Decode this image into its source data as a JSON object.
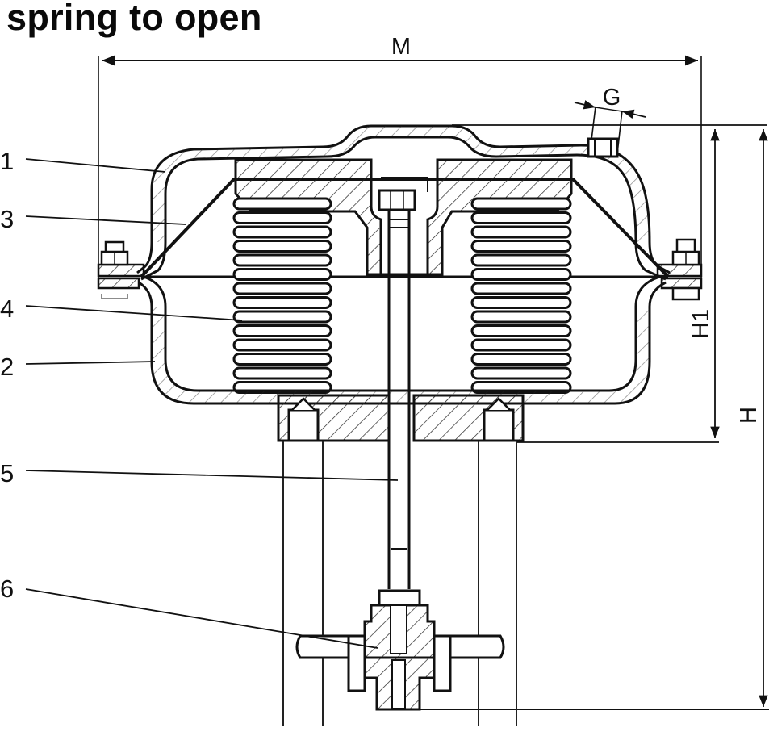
{
  "title": "spring to open",
  "dimensions": {
    "overall_width": "M",
    "connection": "G",
    "height_to_yoke": "H1",
    "overall_height": "H"
  },
  "part_labels": [
    {
      "number": "1",
      "part": "upper-diaphragm-housing"
    },
    {
      "number": "3",
      "part": "diaphragm"
    },
    {
      "number": "4",
      "part": "spring"
    },
    {
      "number": "2",
      "part": "lower-diaphragm-housing"
    },
    {
      "number": "5",
      "part": "actuator-stem"
    },
    {
      "number": "6",
      "part": "stem-coupling"
    }
  ],
  "colors": {
    "ink": "#111111",
    "paper": "#ffffff"
  }
}
